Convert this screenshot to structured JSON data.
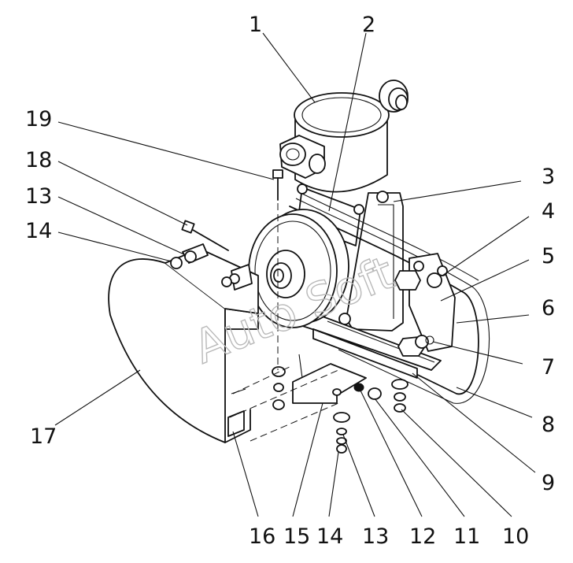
{
  "callouts": {
    "c1": "1",
    "c2": "2",
    "c3": "3",
    "c4": "4",
    "c5": "5",
    "c6": "6",
    "c7": "7",
    "c8": "8",
    "c9": "9",
    "c10": "10",
    "c11": "11",
    "c12": "12",
    "c13_bottom": "13",
    "c14_bottom": "14",
    "c15": "15",
    "c16": "16",
    "c17": "17",
    "c18": "18",
    "c19": "19",
    "c13_left": "13",
    "c14_left": "14"
  },
  "watermark": "Auto Soft"
}
